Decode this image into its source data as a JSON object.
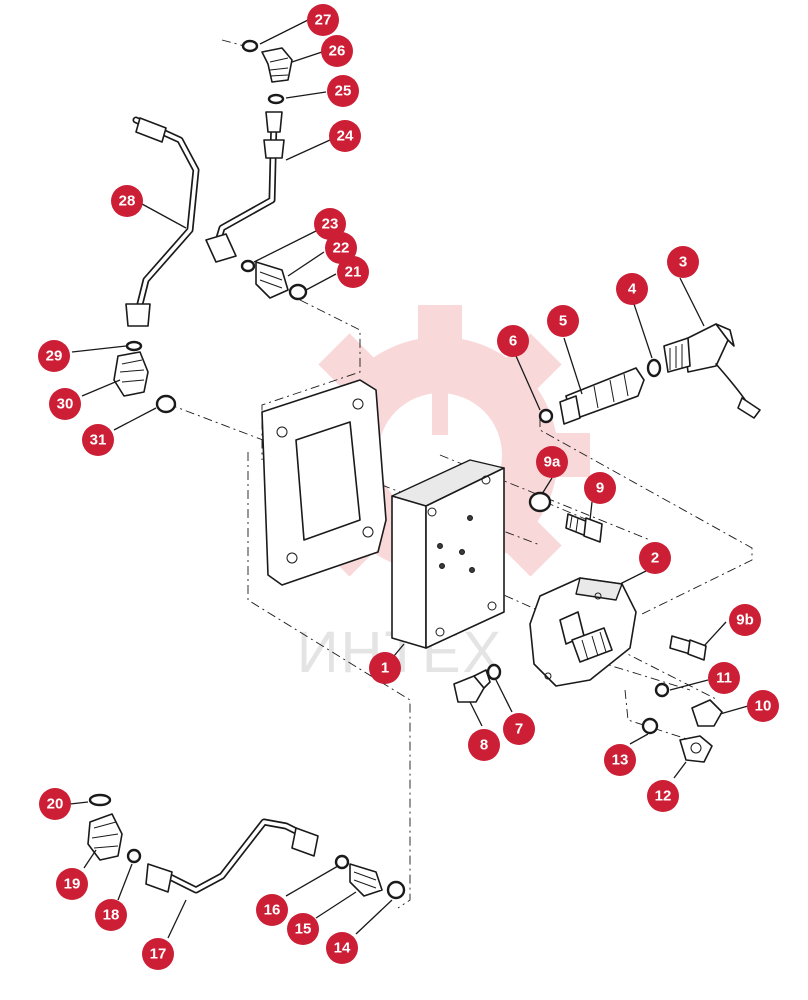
{
  "watermark": {
    "text": "ИНТЕХ",
    "color": "#e8505b"
  },
  "callout_color": "#cc1f36",
  "callouts": [
    {
      "id": "c27",
      "label": "27"
    },
    {
      "id": "c26",
      "label": "26"
    },
    {
      "id": "c25",
      "label": "25"
    },
    {
      "id": "c24",
      "label": "24"
    },
    {
      "id": "c28",
      "label": "28"
    },
    {
      "id": "c23",
      "label": "23"
    },
    {
      "id": "c22",
      "label": "22"
    },
    {
      "id": "c21",
      "label": "21"
    },
    {
      "id": "c3",
      "label": "3"
    },
    {
      "id": "c4",
      "label": "4"
    },
    {
      "id": "c5",
      "label": "5"
    },
    {
      "id": "c6",
      "label": "6"
    },
    {
      "id": "c29",
      "label": "29"
    },
    {
      "id": "c30",
      "label": "30"
    },
    {
      "id": "c31",
      "label": "31"
    },
    {
      "id": "c9a",
      "label": "9a"
    },
    {
      "id": "c9",
      "label": "9"
    },
    {
      "id": "c2",
      "label": "2"
    },
    {
      "id": "c9b",
      "label": "9b"
    },
    {
      "id": "c1",
      "label": "1"
    },
    {
      "id": "c11",
      "label": "11"
    },
    {
      "id": "c10",
      "label": "10"
    },
    {
      "id": "c7",
      "label": "7"
    },
    {
      "id": "c8",
      "label": "8"
    },
    {
      "id": "c13",
      "label": "13"
    },
    {
      "id": "c12",
      "label": "12"
    },
    {
      "id": "c20",
      "label": "20"
    },
    {
      "id": "c19",
      "label": "19"
    },
    {
      "id": "c18",
      "label": "18"
    },
    {
      "id": "c17",
      "label": "17"
    },
    {
      "id": "c16",
      "label": "16"
    },
    {
      "id": "c15",
      "label": "15"
    },
    {
      "id": "c14",
      "label": "14"
    }
  ]
}
